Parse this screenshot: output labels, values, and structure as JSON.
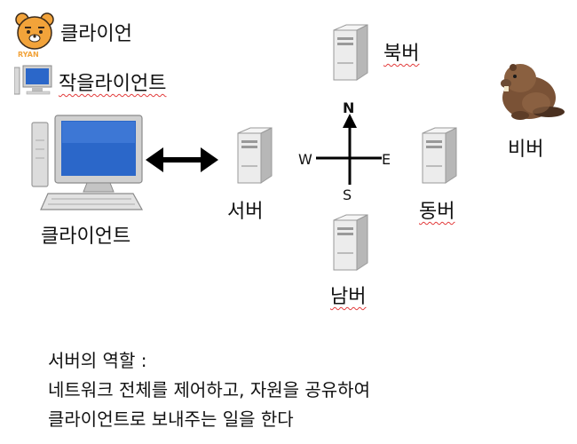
{
  "labels": {
    "client_ryan": "클라이언",
    "ryan_caption": "RYAN",
    "small_client": "작을라이언트",
    "client": "클라이언트",
    "server": "서버",
    "north_server": "북버",
    "east_server": "동버",
    "south_server": "남버",
    "beaver": "비버"
  },
  "compass": {
    "n": "N",
    "e": "E",
    "s": "S",
    "w": "W"
  },
  "note": {
    "line1": "서버의 역할 :",
    "line2": "네트워크 전체를 제어하고, 자원을 공유하여",
    "line3": "클라이언트로 보내주는 일을 한다"
  },
  "colors": {
    "ryan": "#f2a33a",
    "screen": "#2b67c9",
    "server_body": "#e9e9e9",
    "beaver": "#7a5236",
    "spellcheck": "#e23b3b"
  }
}
